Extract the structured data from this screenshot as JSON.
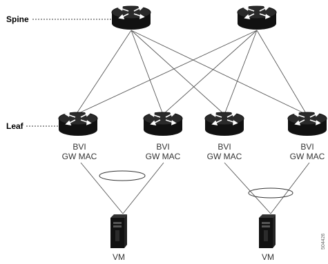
{
  "tiers": {
    "spine_label": "Spine",
    "leaf_label": "Leaf"
  },
  "spine_switches": [
    {
      "id": "spine-1"
    },
    {
      "id": "spine-2"
    }
  ],
  "leaf_switches": [
    {
      "id": "leaf-1",
      "line1": "BVI",
      "line2": "GW MAC"
    },
    {
      "id": "leaf-2",
      "line1": "BVI",
      "line2": "GW MAC"
    },
    {
      "id": "leaf-3",
      "line1": "BVI",
      "line2": "GW MAC"
    },
    {
      "id": "leaf-4",
      "line1": "BVI",
      "line2": "GW MAC"
    }
  ],
  "hosts": [
    {
      "id": "vm-1",
      "label": "VM"
    },
    {
      "id": "vm-2",
      "label": "VM"
    }
  ],
  "figure_id": "504426",
  "colors": {
    "device_body": "#111111",
    "device_top": "#2a2a2a",
    "arrow": "#ffffff",
    "link": "#555555"
  }
}
